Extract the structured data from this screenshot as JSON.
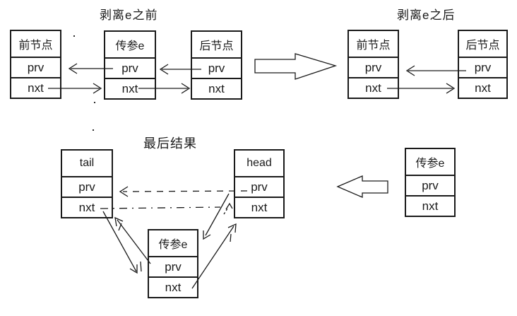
{
  "sections": [
    {
      "id": "before",
      "title": "剥离e之前"
    },
    {
      "id": "after",
      "title": "剥离e之后"
    },
    {
      "id": "final",
      "title": "最后结果"
    }
  ],
  "nodes": [
    {
      "section": "before",
      "title": "前节点",
      "fields": [
        "prv",
        "nxt"
      ]
    },
    {
      "section": "before",
      "title": "传参e",
      "fields": [
        "prv",
        "nxt"
      ]
    },
    {
      "section": "before",
      "title": "后节点",
      "fields": [
        "prv",
        "nxt"
      ]
    },
    {
      "section": "after",
      "title": "前节点",
      "fields": [
        "prv",
        "nxt"
      ]
    },
    {
      "section": "after",
      "title": "后节点",
      "fields": [
        "prv",
        "nxt"
      ]
    },
    {
      "section": "final",
      "title": "tail",
      "fields": [
        "prv",
        "nxt"
      ]
    },
    {
      "section": "final",
      "title": "head",
      "fields": [
        "prv",
        "nxt"
      ]
    },
    {
      "section": "final",
      "title": "传参e",
      "fields": [
        "prv",
        "nxt"
      ]
    },
    {
      "section": "final",
      "title": "传参e",
      "fields": [
        "prv",
        "nxt"
      ]
    }
  ],
  "edges": [
    {
      "section": "before",
      "from": "传参e.prv",
      "to": "前节点",
      "style": "solid"
    },
    {
      "section": "before",
      "from": "前节点.nxt",
      "to": "传参e",
      "style": "solid"
    },
    {
      "section": "before",
      "from": "后节点.prv",
      "to": "传参e",
      "style": "solid"
    },
    {
      "section": "before",
      "from": "传参e.nxt",
      "to": "后节点",
      "style": "solid"
    },
    {
      "section": "after",
      "from": "后节点.prv",
      "to": "前节点",
      "style": "solid"
    },
    {
      "section": "after",
      "from": "前节点.nxt",
      "to": "后节点",
      "style": "solid"
    },
    {
      "section": "final",
      "from": "head.prv",
      "to": "tail.prv",
      "style": "dashed"
    },
    {
      "section": "final",
      "from": "tail.nxt",
      "to": "head.nxt",
      "style": "dash-dot"
    },
    {
      "section": "final",
      "from": "tail.nxt",
      "to": "传参e.prv",
      "style": "solid"
    },
    {
      "section": "final",
      "from": "传参e.prv",
      "to": "tail.nxt",
      "style": "solid"
    },
    {
      "section": "final",
      "from": "传参e.nxt",
      "to": "head",
      "style": "solid"
    },
    {
      "section": "final",
      "from": "head.prv",
      "to": "传参e",
      "style": "solid"
    }
  ],
  "icons": {
    "transform_forward": "hollow-arrow-right",
    "transform_back": "hollow-arrow-left"
  },
  "colors": {
    "ink": "#1a1a1a",
    "background": "#ffffff"
  }
}
